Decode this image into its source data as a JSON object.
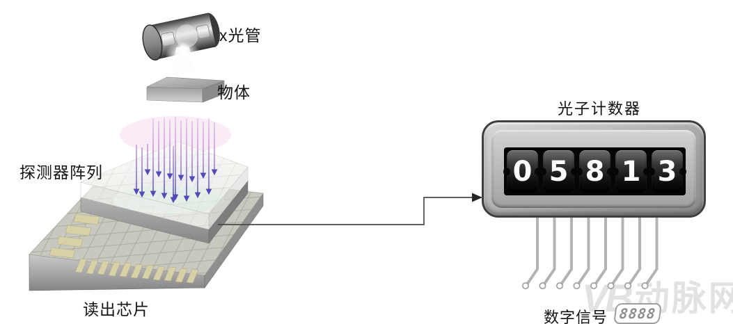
{
  "labels": {
    "xray_tube": "x光管",
    "object": "物体",
    "detector_array": "探测器阵列",
    "readout_chip": "读出芯片",
    "photon_counter": "光子计数器",
    "digital_signal": "数字信号",
    "segment_display": "8888"
  },
  "counter": {
    "value": "05813",
    "digits": [
      "0",
      "5",
      "8",
      "1",
      "3"
    ]
  },
  "watermark": {
    "logo": "VB",
    "text": "动脉网"
  },
  "colors": {
    "ray_top_pink": "#f0d0e8",
    "ray_bottom_blue": "#3d3cae",
    "pad_beige": "#d7d1a7",
    "counter_display": "#070707",
    "digit_text": "#fdfdfd",
    "wire_gray": "#b3b3b3",
    "watermark_gray": "#e2e2e2"
  }
}
